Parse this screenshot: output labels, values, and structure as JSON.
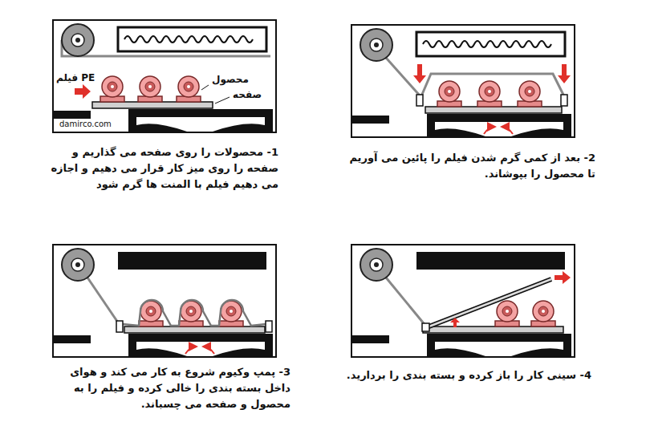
{
  "diagram": {
    "nodes": [
      {
        "text": [
          "1- محصولات را روی صفحه می گذاریم و صفحه را روی میز کار قرار می دهیم و اجازه می دهیم فیلم با المنت ها گرم شود"
        ]
      },
      {
        "text": [
          "2- بعد از کمی گرم شدن فیلم را پائین می آوریم تا محصول را بپوشاند."
        ]
      },
      {
        "text": [
          "3- پمپ وکیوم شروع به کار می کند و هوای داخل بسته بندی را خالی کرده و فیلم را به محصول و صفحه می چسباند."
        ]
      },
      {
        "text": [
          "4- سینی کار را باز کرده و بسته بندی را بردارید."
        ]
      }
    ],
    "labels": [
      "PE فیلم",
      "محصول",
      "صفحه",
      "damirco.com"
    ]
  }
}
